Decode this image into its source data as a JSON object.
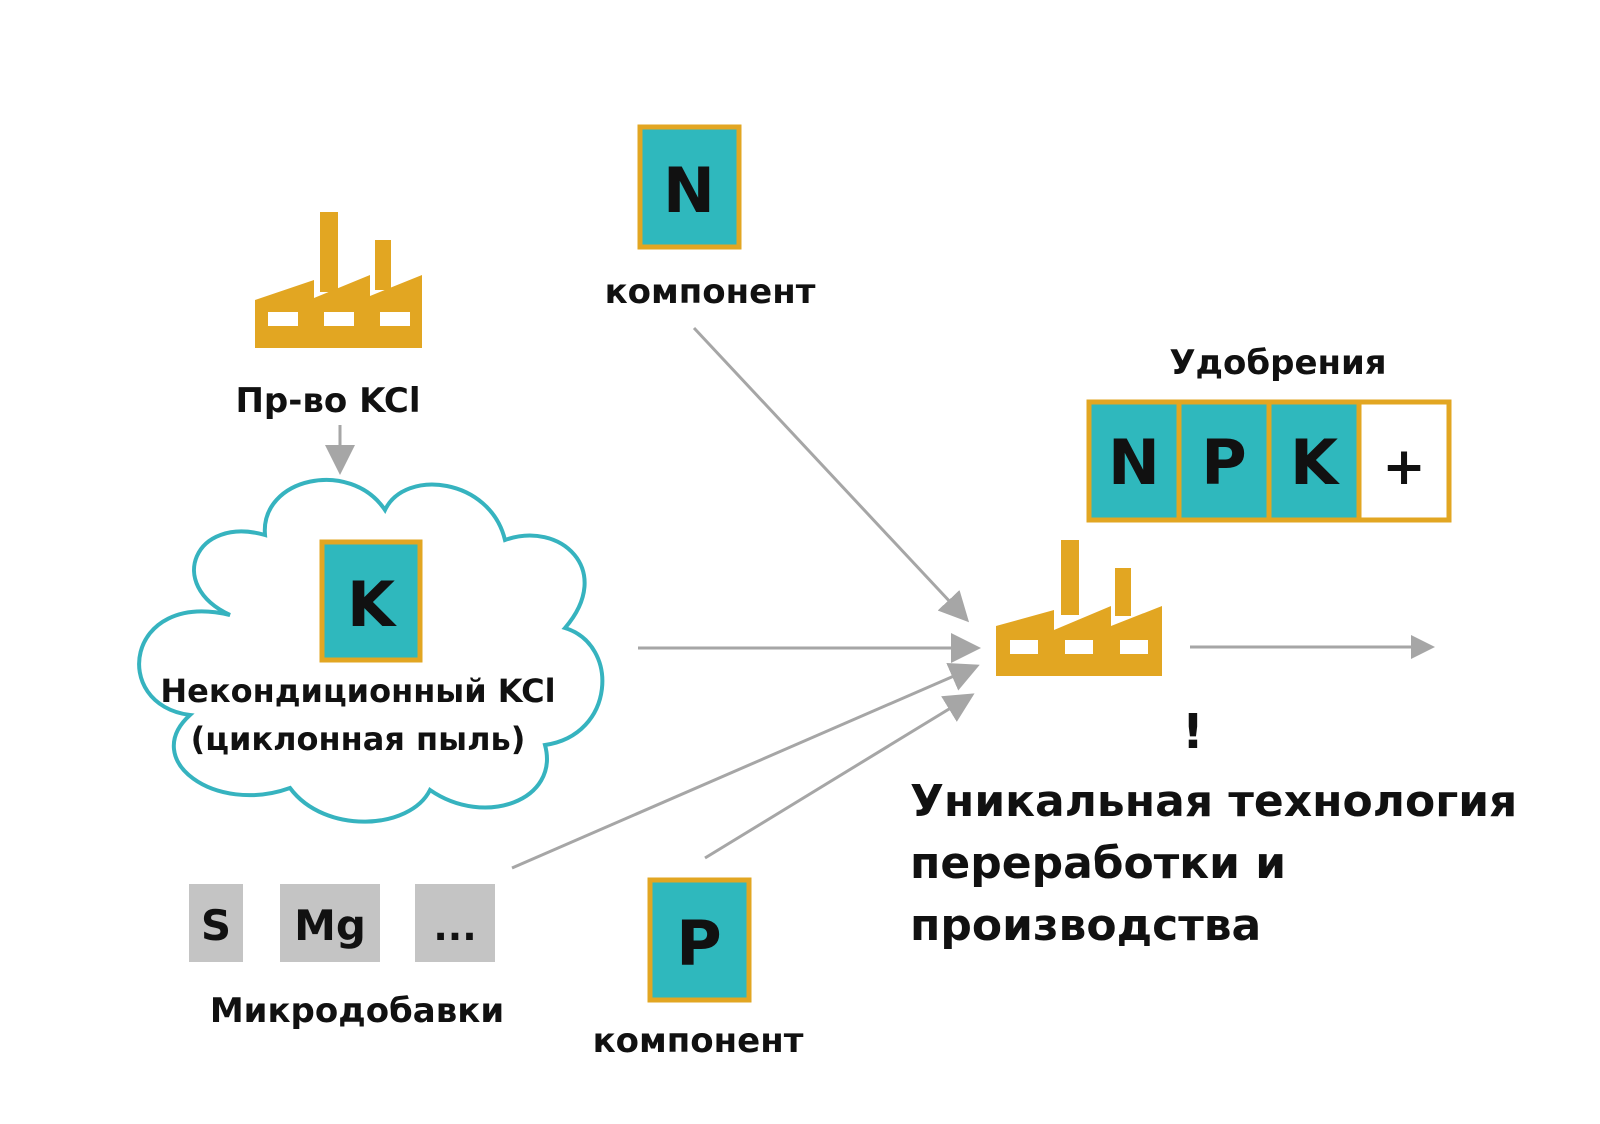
{
  "colors": {
    "teal": "#2fb8bd",
    "gold": "#e2a622",
    "gray_box": "#c4c4c4",
    "arrow": "#a6a6a6",
    "cloud_stroke": "#36b3bf",
    "text": "#111111"
  },
  "icons": {
    "factory_kcl": "factory-icon",
    "factory_main": "factory-icon",
    "cloud": "cloud-shape"
  },
  "n_component": {
    "letter": "N",
    "caption": "компонент"
  },
  "kcl_production": {
    "caption": "Пр-во KCl"
  },
  "substandard_kcl": {
    "letter": "K",
    "line1": "Некондиционный KCl",
    "line2": "(циклонная пыль)"
  },
  "microadditives": {
    "items": [
      "S",
      "Mg",
      "..."
    ],
    "caption": "Микродобавки"
  },
  "p_component": {
    "letter": "P",
    "caption": "компонент"
  },
  "fertilizers": {
    "title": "Удобрения",
    "cells": [
      "N",
      "P",
      "K",
      "+"
    ]
  },
  "technology": {
    "exclamation": "!",
    "line1": "Уникальная технология",
    "line2": "переработки и",
    "line3": "производства"
  }
}
